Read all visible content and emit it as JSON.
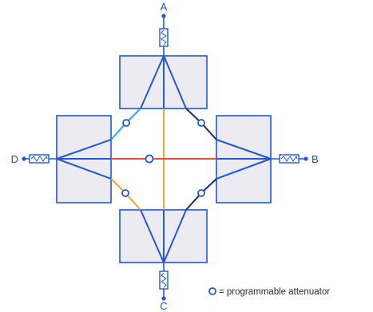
{
  "ports": {
    "top": "A",
    "right": "B",
    "bottom": "C",
    "left": "D"
  },
  "legend": {
    "text": "= programmable attenuator"
  },
  "colors": {
    "blue": "#2157d9",
    "navy": "#1a2a78",
    "cyan": "#27a9e1",
    "orange": "#f7a823",
    "red": "#e94e3c",
    "box_fill": "#ecebf1",
    "attenuator_ring": "#2157d9"
  },
  "icons": [
    "resistor-icon",
    "attenuator-circle-icon",
    "port-terminal-icon"
  ]
}
